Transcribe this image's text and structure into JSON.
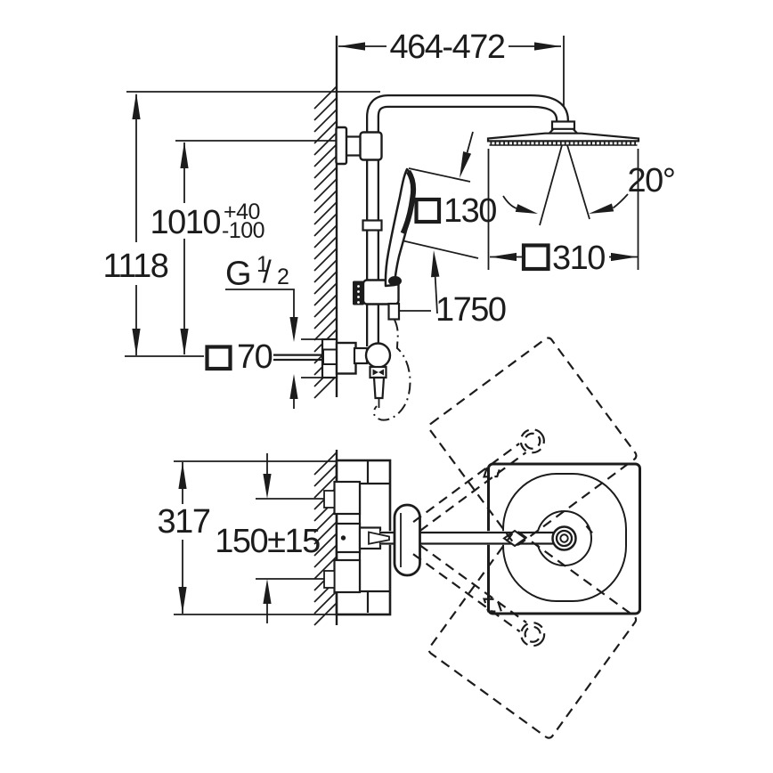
{
  "meta": {
    "background": "#ffffff",
    "line_color": "#1c1c1c",
    "square_symbol": "□"
  },
  "dimensions": {
    "projection": "464-472",
    "height_total": "1118",
    "height_outlet": "1010",
    "tolerance_plus": "+40",
    "tolerance_minus": "-100",
    "thread_letter": "G",
    "thread_numerator": "1",
    "thread_slash": "/",
    "thread_denominator": "2",
    "escutcheon_size": "70",
    "hand_shower_size": "130",
    "hose_length": "1750",
    "spray_angle": "20°",
    "head_shower_size": "310",
    "trim_height": "317",
    "inlet_spacing": "150±15"
  }
}
